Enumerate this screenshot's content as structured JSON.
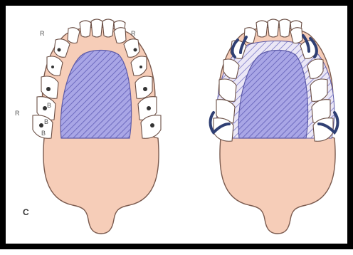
{
  "figure": {
    "panel_label": "C",
    "left_arch": {
      "tooth_marks": [
        "R",
        "R",
        "R",
        "B",
        "B",
        "B"
      ]
    },
    "right_arch": {}
  },
  "colors": {
    "gum": "#f6cdb8",
    "palate": "#9d9be0",
    "hatch": "#7774c4",
    "tooth": "#ffffff",
    "outline": "#7a5a4e",
    "clasp": "#2f3f73",
    "frame": "#000000"
  }
}
